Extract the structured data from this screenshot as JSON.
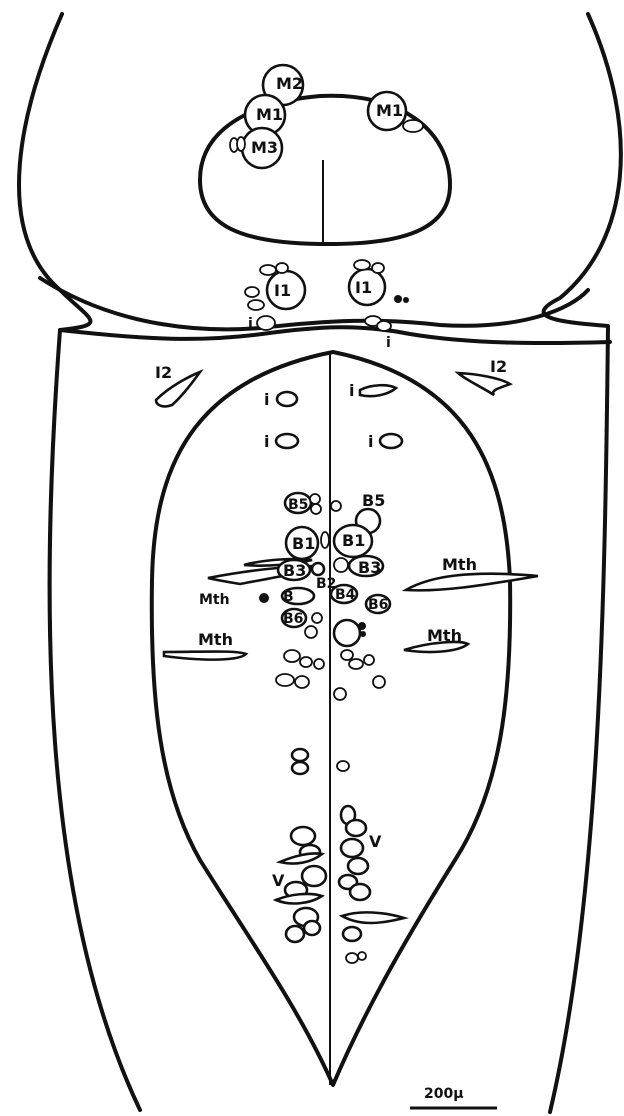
{
  "labels": {
    "m2": "M2",
    "m1_left": "M1",
    "m1_right": "M1",
    "m3": "M3",
    "i1_left": "I1",
    "i1_right": "I1",
    "i_left": "i",
    "i_right": "i",
    "i2_left": "I2",
    "i2_right": "I2",
    "i_upper_left": "i",
    "i_upper_right": "i",
    "i_lower_left": "i",
    "i_lower_right": "i",
    "b5_left": "B5",
    "b5_right": "B5",
    "b1_left": "B1",
    "b1_right": "B1",
    "b3_left": "B3",
    "b3_right": "B3",
    "b2": "B2",
    "b4": "B4",
    "b6_left": "B6",
    "b6_right": "B6",
    "b_small": "B",
    "mth_upper_left": "Mth",
    "mth_upper_right": "Mth",
    "mth_lower_left": "Mth",
    "mth_lower_right": "Mth",
    "v_left": "V",
    "v_right": "V",
    "scale": "200μ"
  }
}
